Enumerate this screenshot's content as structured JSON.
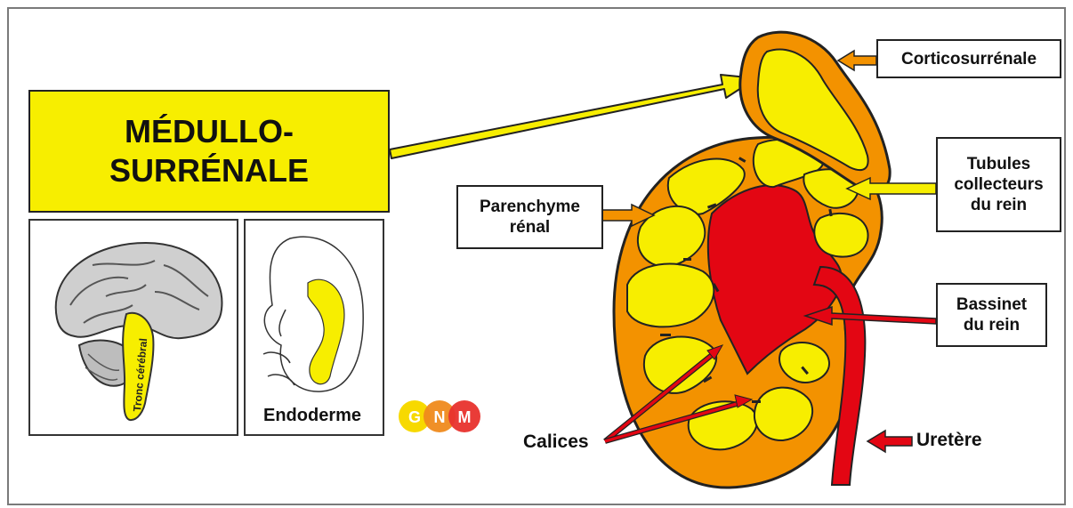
{
  "title": {
    "line1": "MÉDULLO-",
    "line2": "SURRÉNALE"
  },
  "brain_label": "Tronc cérébral",
  "embryo_label": "Endoderme",
  "logo": {
    "g": "G",
    "n": "N",
    "m": "M"
  },
  "labels": {
    "cortico": "Corticosurrénale",
    "tubules": [
      "Tubules",
      "collecteurs",
      "du rein"
    ],
    "parenchyme": [
      "Parenchyme",
      "rénal"
    ],
    "bassinet": [
      "Bassinet",
      "du rein"
    ],
    "calices": "Calices",
    "uretere": "Uretère"
  },
  "colors": {
    "yellow": "#f7ee00",
    "orange": "#f39200",
    "red": "#e30613",
    "logo_yellow": "#f7d900",
    "logo_orange": "#ef8a1c",
    "logo_red": "#e8322d"
  }
}
